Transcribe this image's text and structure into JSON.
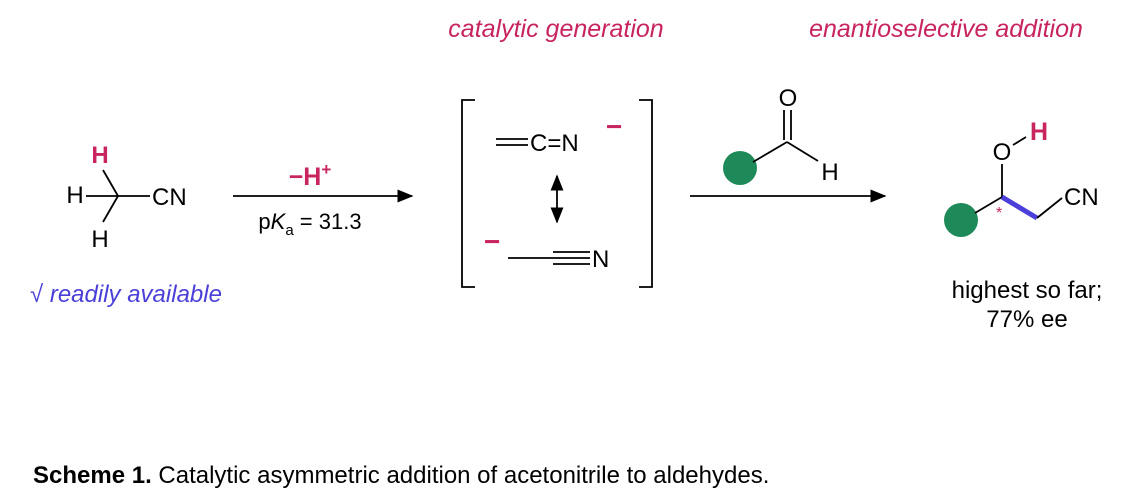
{
  "headers": {
    "step1": "catalytic generation",
    "step2": "enantioselective addition"
  },
  "acetonitrile": {
    "h_top": "H",
    "h_left": "H",
    "h_bottom": "H",
    "cn": "CN"
  },
  "arrow1": {
    "minus": "−",
    "h": "H",
    "plus": "+",
    "pka_p": "p",
    "pka_k": "K",
    "pka_sub": "a",
    "pka_value": " = 31.3"
  },
  "availability_note": "√ readily available",
  "intermediate": {
    "ketenimine": "C=N",
    "charge_top": "−",
    "charge_bottom": "−",
    "nitrile_n": "N"
  },
  "aldehyde": {
    "o": "O",
    "h": "H"
  },
  "product": {
    "o": "O",
    "h": "H",
    "cn": "CN",
    "stereo_mark": "*",
    "result_line1": "highest so far;",
    "result_line2": "77% ee"
  },
  "caption": {
    "label": "Scheme 1.",
    "text": " Catalytic asymmetric addition of acetonitrile to aldehydes."
  },
  "colors": {
    "accent_pink": "#c8245f",
    "accent_purple": "#4a3fd8",
    "substituent_green": "#1e8a5a"
  }
}
